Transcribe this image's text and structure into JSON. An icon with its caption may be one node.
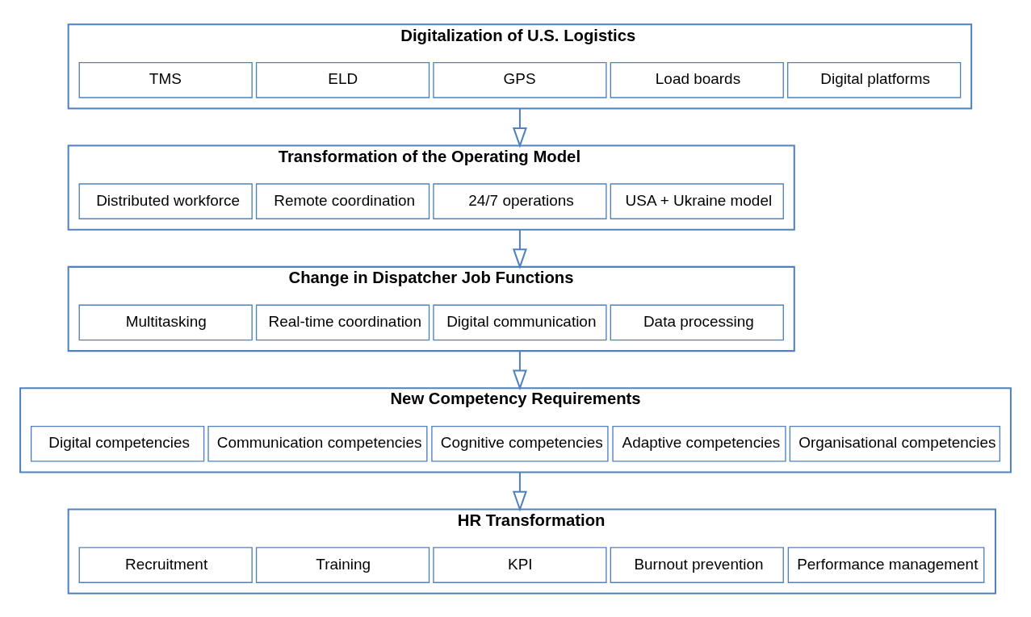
{
  "diagram": {
    "nodes": [
      {
        "text": [
          "Digitalization of U.S. Logistics"
        ]
      },
      {
        "text": [
          "TMS"
        ],
        "in": 0
      },
      {
        "text": [
          "ELD"
        ],
        "in": 0
      },
      {
        "text": [
          "GPS"
        ],
        "in": 0
      },
      {
        "text": [
          "Load boards"
        ],
        "in": 0
      },
      {
        "text": [
          "Digital platforms"
        ],
        "in": 0
      },
      {
        "text": [
          "Transformation of the Operating Model"
        ]
      },
      {
        "text": [
          "Distributed workforce"
        ],
        "in": 6
      },
      {
        "text": [
          "Remote coordination"
        ],
        "in": 6
      },
      {
        "text": [
          "24/7 operations"
        ],
        "in": 6
      },
      {
        "text": [
          "USA + Ukraine model"
        ],
        "in": 6
      },
      {
        "text": [
          "Change in Dispatcher Job Functions"
        ]
      },
      {
        "text": [
          "Multitasking"
        ],
        "in": 11
      },
      {
        "text": [
          "Real-time coordination"
        ],
        "in": 11
      },
      {
        "text": [
          "Digital communication"
        ],
        "in": 11
      },
      {
        "text": [
          "Data processing"
        ],
        "in": 11
      },
      {
        "text": [
          "New Competency Requirements"
        ]
      },
      {
        "text": [
          "Digital competencies"
        ],
        "in": 16
      },
      {
        "text": [
          "Communication competencies"
        ],
        "in": 16
      },
      {
        "text": [
          "Cognitive competencies"
        ],
        "in": 16
      },
      {
        "text": [
          "Adaptive competencies"
        ],
        "in": 16
      },
      {
        "text": [
          "Organisational competencies"
        ],
        "in": 16
      },
      {
        "text": [
          "HR Transformation"
        ]
      },
      {
        "text": [
          "Recruitment"
        ],
        "in": 22
      },
      {
        "text": [
          "Training"
        ],
        "in": 22
      },
      {
        "text": [
          "KPI"
        ],
        "in": 22
      },
      {
        "text": [
          "Burnout prevention"
        ],
        "in": 22
      },
      {
        "text": [
          "Performance management"
        ],
        "in": 22
      }
    ],
    "edges": [
      {
        "from": 0,
        "to": 6,
        "arrow": "to"
      },
      {
        "from": 6,
        "to": 11,
        "arrow": "to"
      },
      {
        "from": 11,
        "to": 16,
        "arrow": "to"
      },
      {
        "from": 16,
        "to": 22,
        "arrow": "to"
      }
    ]
  }
}
